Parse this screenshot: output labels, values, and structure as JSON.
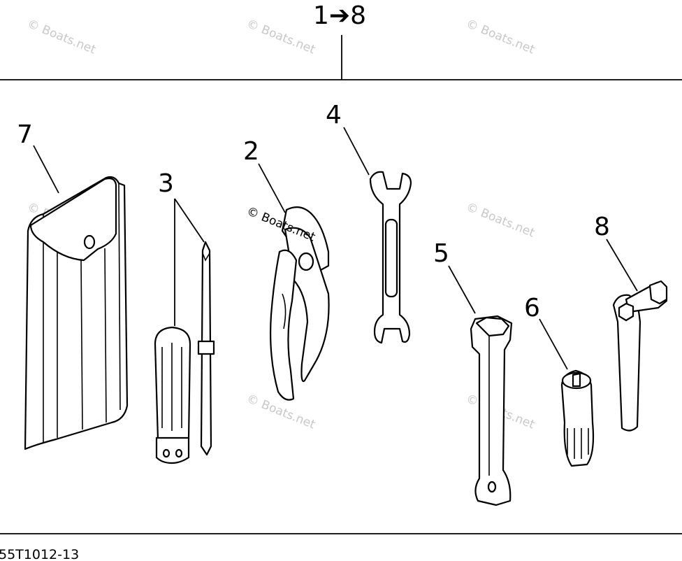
{
  "header": {
    "range_label": "1➔8"
  },
  "callouts": [
    {
      "id": "7",
      "label": "7",
      "part": "tool-pouch"
    },
    {
      "id": "3",
      "label": "3",
      "part": "screwdriver"
    },
    {
      "id": "2",
      "label": "2",
      "part": "pliers"
    },
    {
      "id": "4",
      "label": "4",
      "part": "open-end-wrench"
    },
    {
      "id": "5",
      "label": "5",
      "part": "plug-socket-wrench"
    },
    {
      "id": "6",
      "label": "6",
      "part": "small-socket-wrench"
    },
    {
      "id": "8",
      "label": "8",
      "part": "hex-key-wrench"
    }
  ],
  "watermarks": {
    "text": "© Boats.net",
    "color": "#c8c8c8"
  },
  "footer": {
    "reference_code": "55T1012-13"
  }
}
